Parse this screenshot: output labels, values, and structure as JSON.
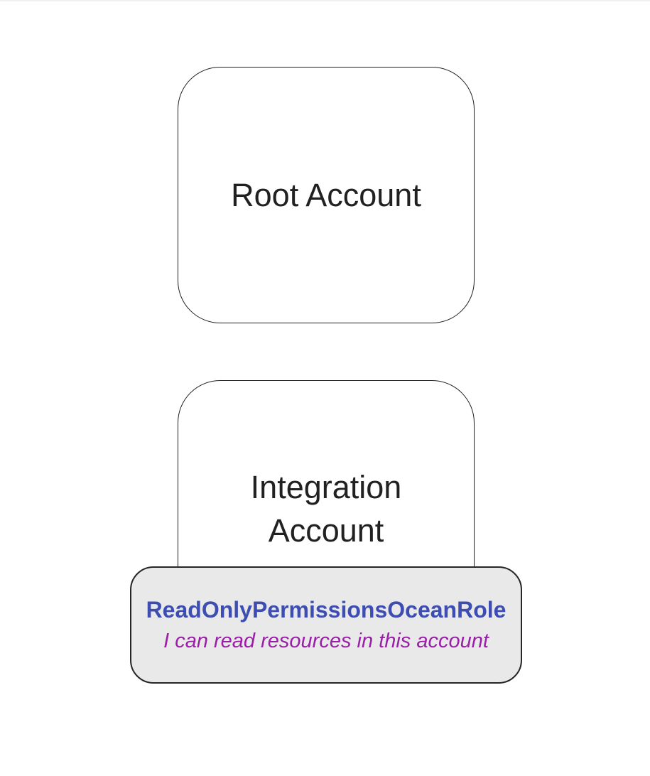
{
  "diagram": {
    "root_account": {
      "label": "Root Account"
    },
    "integration_account": {
      "lines": [
        "Integration",
        "Account"
      ]
    },
    "role": {
      "name": "ReadOnlyPermissionsOceanRole",
      "description": "I can read resources in this account"
    },
    "colors": {
      "background": "#ffffff",
      "box_border": "#1f1f1f",
      "box_fill": "#ffffff",
      "label_text": "#212121",
      "role_box_fill": "#e9e9e9",
      "role_box_border": "#262626",
      "role_name_text": "#3e4db1",
      "role_description_text": "#9a1fa8"
    }
  }
}
